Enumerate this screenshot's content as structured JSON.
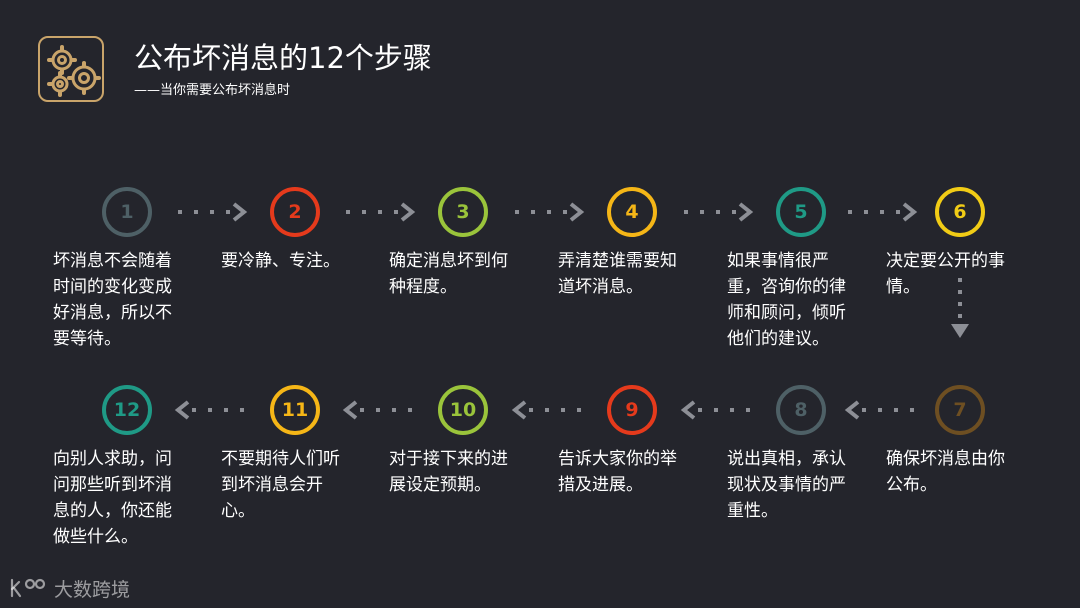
{
  "header": {
    "title": "公布坏消息的12个步骤",
    "subtitle": "——当你需要公布坏消息时",
    "icon": "gears-icon",
    "accent": "#c9a46a"
  },
  "steps": [
    {
      "num": "1",
      "color": "#4e6066",
      "text": "坏消息不会随着时间的变化变成好消息，所以不要等待。"
    },
    {
      "num": "2",
      "color": "#e53a1c",
      "text": "要冷静、专注。"
    },
    {
      "num": "3",
      "color": "#9ac43b",
      "text": "确定消息坏到何种程度。"
    },
    {
      "num": "4",
      "color": "#f5b617",
      "text": "弄清楚谁需要知道坏消息。"
    },
    {
      "num": "5",
      "color": "#1f9a86",
      "text": "如果事情很严重，咨询你的律师和顾问，倾听他们的建议。"
    },
    {
      "num": "6",
      "color": "#f1cc16",
      "text": "决定要公开的事情。"
    },
    {
      "num": "7",
      "color": "#6e4f22",
      "text": "确保坏消息由你公布。"
    },
    {
      "num": "8",
      "color": "#4e6066",
      "text": "说出真相，承认现状及事情的严重性。"
    },
    {
      "num": "9",
      "color": "#e53a1c",
      "text": "告诉大家你的举措及进展。"
    },
    {
      "num": "10",
      "color": "#9ac43b",
      "text": "对于接下来的进展设定预期。"
    },
    {
      "num": "11",
      "color": "#f5b617",
      "text": "不要期待人们听到坏消息会开心。"
    },
    {
      "num": "12",
      "color": "#1f9a86",
      "text": "向别人求助，问问那些听到坏消息的人，你还能做些什么。"
    }
  ],
  "watermark": {
    "text": "大数跨境",
    "logo": "k100-logo-icon"
  }
}
